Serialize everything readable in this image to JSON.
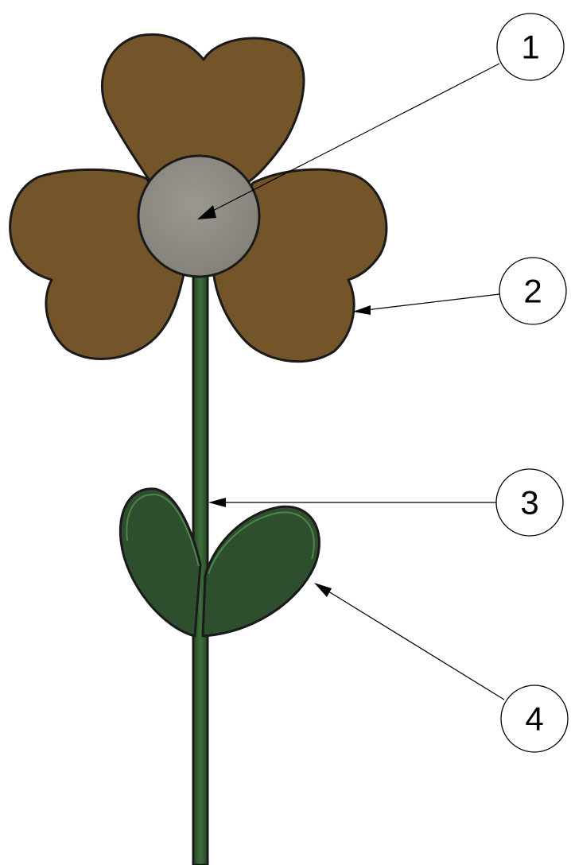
{
  "colors": {
    "petal": "#74552a",
    "petal_rim": "#c08a2a",
    "center": "#8c8a82",
    "stem": "#2f5a2c",
    "leaf": "#2e4f2e",
    "leaf_rim": "#5f9a5a",
    "outline": "#1a1a1a"
  },
  "parts": [
    {
      "id": "center",
      "label": "1"
    },
    {
      "id": "petals",
      "label": "2"
    },
    {
      "id": "stem",
      "label": "3"
    },
    {
      "id": "leaves",
      "label": "4"
    }
  ]
}
